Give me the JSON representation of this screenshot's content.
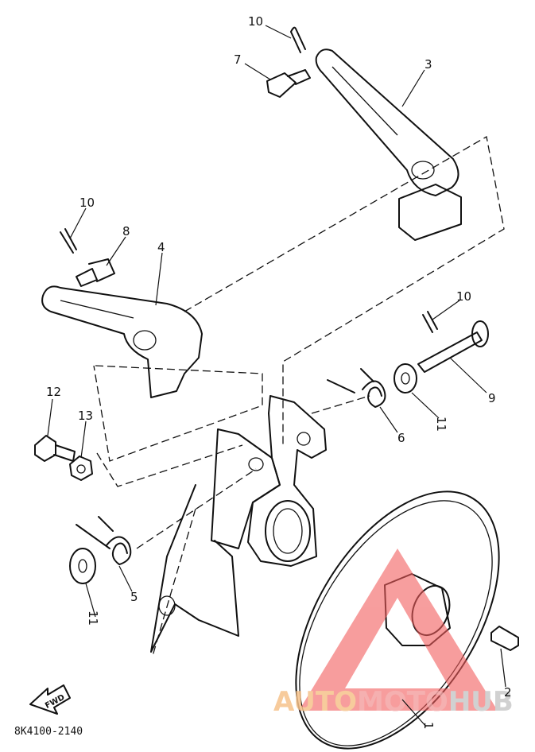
{
  "diagram": {
    "drawing_code": "8K4100-2140",
    "fwd_label": "FWD",
    "callouts": [
      "10",
      "7",
      "3",
      "10",
      "8",
      "4",
      "10",
      "9",
      "12",
      "13",
      "6",
      "11",
      "5",
      "11",
      "2",
      "1"
    ]
  },
  "watermark": {
    "text_a": "AUTO",
    "text_b": "MOTO",
    "text_c": "HUB",
    "color_a": "#f6c28b",
    "color_b": "#f4a3a3",
    "color_c": "#c9c9c9",
    "triangle_color": "#f25c5c"
  }
}
